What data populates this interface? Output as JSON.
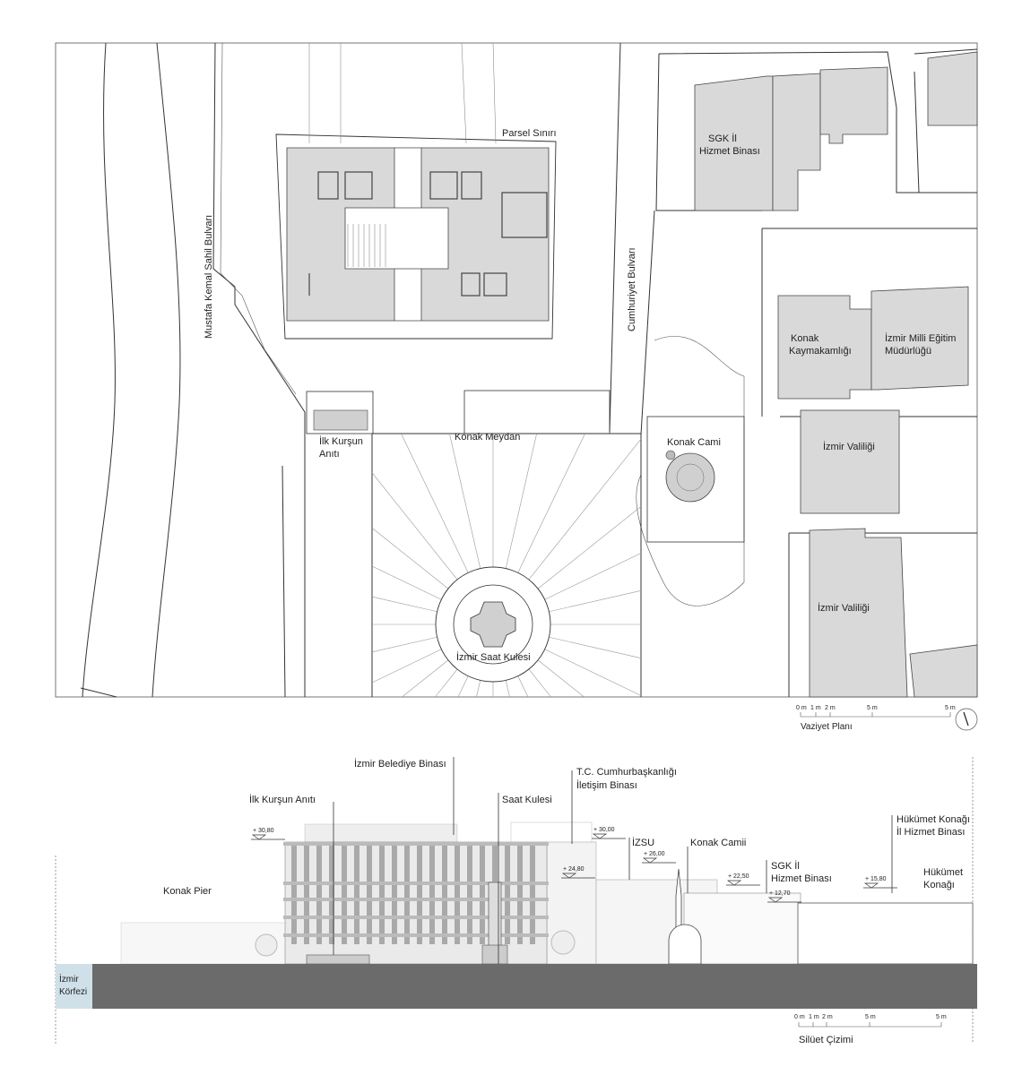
{
  "site_plan": {
    "title": "Vaziyet Planı",
    "labels": {
      "parcel": "Parsel Sınırı",
      "sahil_bulvari": "Mustafa Kemal Sahil Bulvarı",
      "cumhuriyet_bulvari": "Cumhuriyet Bulvarı",
      "sgk_line1": "SGK İl",
      "sgk_line2": "Hizmet Binası",
      "kaymakamlik_line1": "Konak",
      "kaymakamlik_line2": "Kaymakamlığı",
      "milli_egitim_line1": "İzmir Milli Eğitim",
      "milli_egitim_line2": "Müdürlüğü",
      "valilik_1": "İzmir Valiliği",
      "valilik_2": "İzmir Valiliği",
      "konak_cami": "Konak Cami",
      "konak_meydan": "Konak Meydan",
      "ilk_kursun_line1": "İlk Kurşun",
      "ilk_kursun_line2": "Anıtı",
      "saat_kulesi": "İzmir Saat Kulesi"
    },
    "scale": [
      "0 m",
      "1 m",
      "2 m",
      "5 m",
      "5 m"
    ]
  },
  "silhouette": {
    "title": "Silüet Çizimi",
    "labels": {
      "belediye": "İzmir Belediye Binası",
      "ilk_kursun": "İlk Kurşun Anıtı",
      "saat_kulesi": "Saat Kulesi",
      "iletisim_line1": "T.C. Cumhurbaşkanlığı",
      "iletisim_line2": "İletişim Binası",
      "izsu": "İZSU",
      "konak_camii": "Konak Camii",
      "sgk_line1": "SGK İl",
      "sgk_line2": "Hizmet Binası",
      "hukumet_il_line1": "Hükümet Konağı",
      "hukumet_il_line2": "İl Hizmet Binası",
      "hukumet_line1": "Hükümet",
      "hukumet_line2": "Konağı",
      "konak_pier": "Konak Pier",
      "korfez_line1": "İzmir",
      "korfez_line2": "Körfezi"
    },
    "elevations": [
      "+ 30,80",
      "+ 30,00",
      "+ 24,80",
      "+ 26,00",
      "+ 22,50",
      "+ 12,70",
      "+ 15,80"
    ],
    "scale": [
      "0 m",
      "1 m",
      "2 m",
      "5 m",
      "5 m"
    ]
  },
  "colors": {
    "building": "#d9d9d9",
    "ground": "#6b6b6b",
    "sea": "#cfe0e8"
  }
}
